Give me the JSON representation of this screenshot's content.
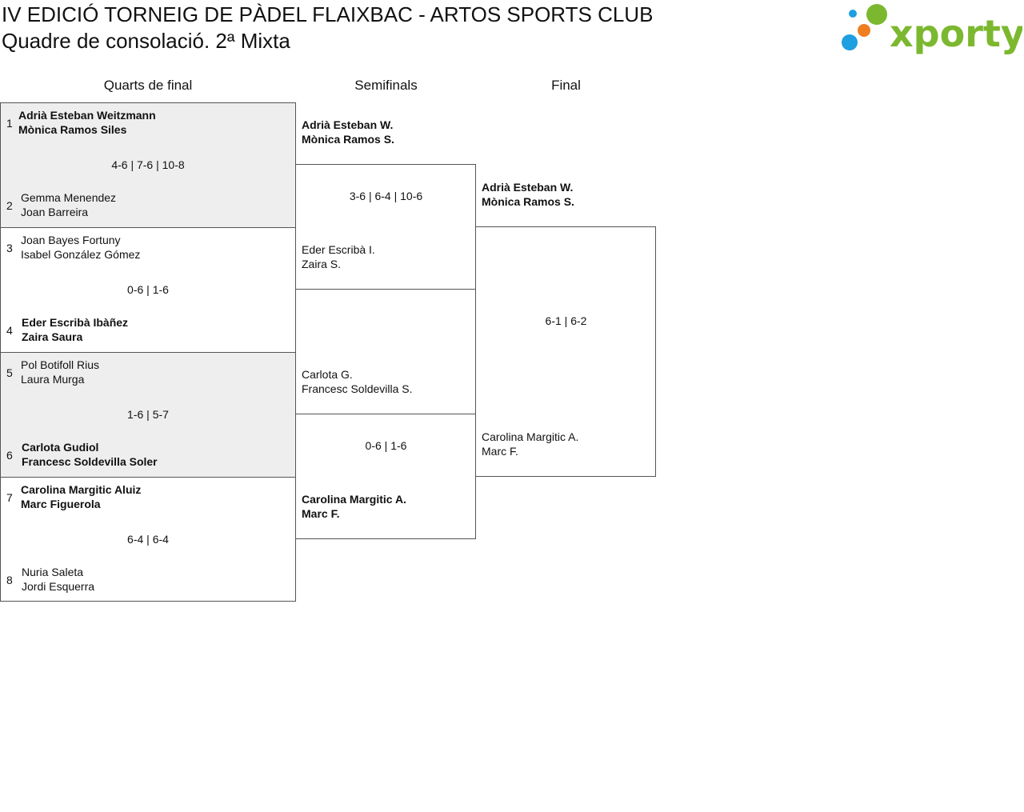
{
  "header": {
    "title": "IV EDICIÓ TORNEIG DE PÀDEL FLAIXBAC - ARTOS SPORTS CLUB",
    "subtitle": "Quadre de consolació. 2ª Mixta"
  },
  "logo": {
    "text": "xporty",
    "colors": {
      "text": "#7cb82f",
      "dot_blue": "#1e9fe0",
      "dot_orange": "#ef7d22",
      "dot_green": "#7cb82f"
    }
  },
  "rounds": {
    "quarters": "Quarts de final",
    "semis": "Semifinals",
    "final": "Final"
  },
  "quarters": [
    {
      "seed_a": "1",
      "a1": "Adrià Esteban Weitzmann",
      "a2": "Mònica Ramos Siles",
      "score": "4-6 | 7-6 | 10-8",
      "seed_b": "2",
      "b1": "Gemma Menendez",
      "b2": "Joan Barreira"
    },
    {
      "seed_a": "3",
      "a1": "Joan Bayes Fortuny",
      "a2": "Isabel González Gómez",
      "score": "0-6 | 1-6",
      "seed_b": "4",
      "b1": "Eder Escribà Ibàñez",
      "b2": "Zaira Saura"
    },
    {
      "seed_a": "5",
      "a1": "Pol Botifoll Rius",
      "a2": "Laura Murga",
      "score": "1-6 | 5-7",
      "seed_b": "6",
      "b1": "Carlota Gudiol",
      "b2": "Francesc Soldevilla Soler"
    },
    {
      "seed_a": "7",
      "a1": "Carolina Margitic Aluiz",
      "a2": "Marc Figuerola",
      "score": "6-4 | 6-4",
      "seed_b": "8",
      "b1": "Nuria Saleta",
      "b2": "Jordi Esquerra"
    }
  ],
  "semis": [
    {
      "a1": "Adrià Esteban W.",
      "a2": "Mònica Ramos S.",
      "score": "3-6 | 6-4 | 10-6",
      "b1": "Eder Escribà I.",
      "b2": "Zaira S."
    },
    {
      "a1": "Carlota G.",
      "a2": "Francesc Soldevilla S.",
      "score": "0-6 | 1-6",
      "b1": "Carolina Margitic A.",
      "b2": "Marc F."
    }
  ],
  "final": {
    "a1": "Adrià Esteban W.",
    "a2": "Mònica Ramos S.",
    "score": "6-1 | 6-2",
    "b1": "Carolina Margitic A.",
    "b2": "Marc F."
  }
}
